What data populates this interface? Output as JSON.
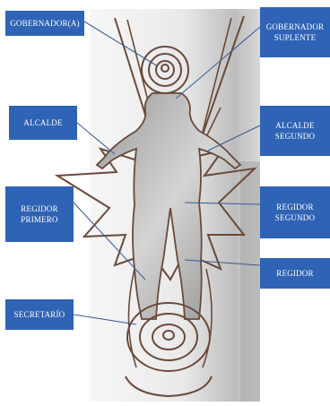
{
  "labels": {
    "gobernador": [
      "GOBERNADOR(A)"
    ],
    "gobernador_suplente": [
      "GOBERNADOR",
      "SUPLENTE"
    ],
    "alcalde": [
      "ALCALDE"
    ],
    "alcalde_segundo": [
      "ALCALDE",
      "SEGUNDO"
    ],
    "regidor_primero": [
      "REGIDOR",
      "PRIMERO"
    ],
    "regidor_segundo": [
      "REGIDOR",
      "SEGUNDO"
    ],
    "regidor": [
      "REGIDOR"
    ],
    "secretario": [
      "SECRETARÍO"
    ]
  },
  "colors": {
    "label_fill": "#2f63b5",
    "label_text": "#ffffff",
    "connector": "#3d5f9a",
    "sculpture_wire": "#6a4a3a",
    "panel": "#e6e6e6"
  },
  "icons": [
    "wire-sculpture-figure",
    "spiral-head-icon",
    "spiral-base-icon",
    "star-burst-shape"
  ]
}
